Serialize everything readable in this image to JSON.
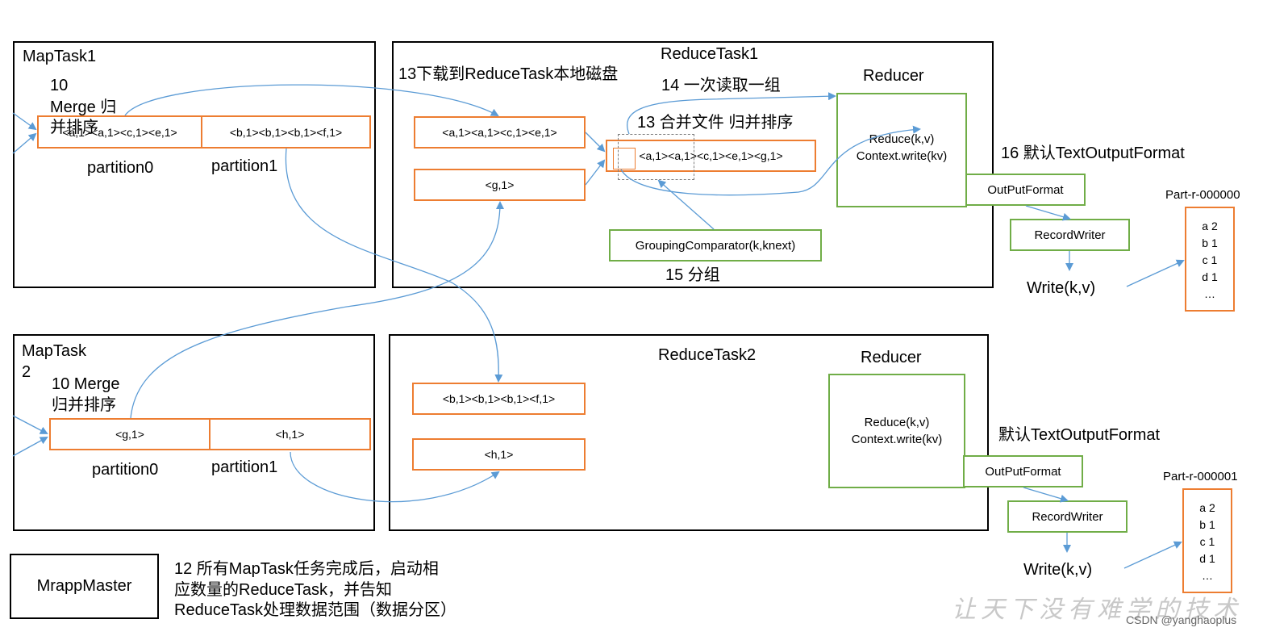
{
  "colors": {
    "orange": "#ED7D31",
    "green": "#70AD47",
    "arrow": "#5B9BD5",
    "black": "#000000"
  },
  "maptask1": {
    "title": "MapTask1",
    "step_num": "10",
    "step_line1": "Merge 归",
    "step_line2": "并排序",
    "cell0": "<a,1><a,1><c,1><e,1>",
    "cell1": "<b,1><b,1><b,1><f,1>",
    "partition0": "partition0",
    "partition1": "partition1"
  },
  "maptask2": {
    "title_line1": "MapTask",
    "title_line2": "2",
    "step_line1": "10 Merge",
    "step_line2": "归并排序",
    "cell0": "<g,1>",
    "cell1": "<h,1>",
    "partition0": "partition0",
    "partition1": "partition1"
  },
  "reducetask1": {
    "title": "ReduceTask1",
    "download_label": "13下载到ReduceTask本地磁盘",
    "read_group_label": "14 一次读取一组",
    "merge_label": "13 合并文件 归并排序",
    "group_label": "15 分组",
    "file1": "<a,1><a,1><c,1><e,1>",
    "file2": "<g,1>",
    "merged": "<a,1><a,1><c,1><e,1><g,1>",
    "grouping_comparator": "GroupingComparator(k,knext)",
    "reducer_title": "Reducer",
    "reducer_line1": "Reduce(k,v)",
    "reducer_line2": "Context.write(kv)"
  },
  "reducetask2": {
    "title": "ReduceTask2",
    "file1": "<b,1><b,1><b,1><f,1>",
    "file2": "<h,1>",
    "reducer_title": "Reducer",
    "reducer_line1": "Reduce(k,v)",
    "reducer_line2": "Context.write(kv)"
  },
  "output1": {
    "format_label": "16 默认TextOutputFormat",
    "outputformat": "OutPutFormat",
    "recordwriter": "RecordWriter",
    "write": "Write(k,v)",
    "file_name": "Part-r-000000",
    "lines": [
      "a 2",
      "b 1",
      "c 1",
      "d 1",
      "…"
    ]
  },
  "output2": {
    "format_label": "默认TextOutputFormat",
    "outputformat": "OutPutFormat",
    "recordwriter": "RecordWriter",
    "write": "Write(k,v)",
    "file_name": "Part-r-000001",
    "lines": [
      "a 2",
      "b 1",
      "c 1",
      "d 1",
      "…"
    ]
  },
  "master": {
    "label": "MrappMaster",
    "note_line1": "12 所有MapTask任务完成后，启动相",
    "note_line2": "应数量的ReduceTask，并告知",
    "note_line3": "ReduceTask处理数据范围（数据分区）"
  },
  "watermark": "让天下没有难学的技术",
  "credit": "CSDN @yanghaoplus"
}
